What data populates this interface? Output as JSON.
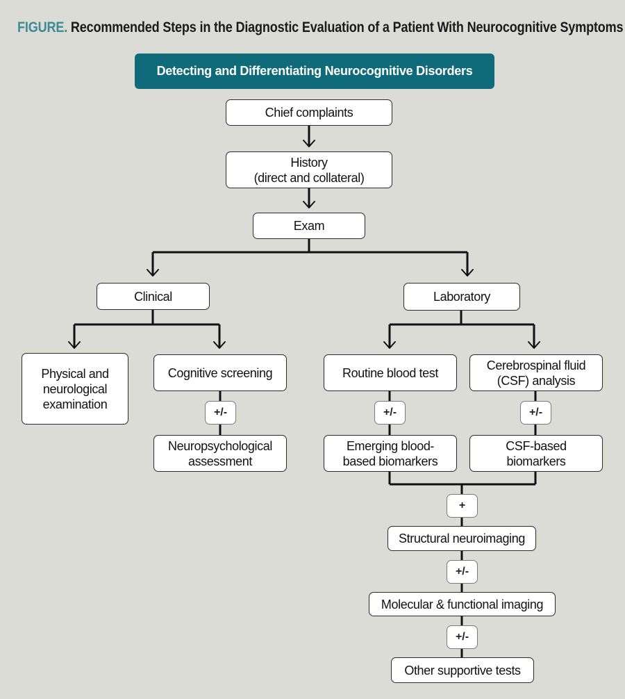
{
  "figure": {
    "label": "FIGURE.",
    "title": "Recommended Steps in the Diagnostic Evaluation of a Patient With Neurocognitive Symptoms"
  },
  "banner": "Detecting and Differentiating Neurocognitive Disorders",
  "nodes": {
    "chief_complaints": "Chief complaints",
    "history_line1": "History",
    "history_line2": "(direct and collateral)",
    "exam": "Exam",
    "clinical": "Clinical",
    "laboratory": "Laboratory",
    "physical_exam": "Physical and neurological examination",
    "cognitive_screening": "Cognitive screening",
    "neuropsych": "Neuropsychological assessment",
    "routine_blood": "Routine blood test",
    "csf_analysis": "Cerebrospinal fluid (CSF) analysis",
    "emerging_blood": "Emerging blood-based biomarkers",
    "csf_biomarkers": "CSF-based biomarkers",
    "structural": "Structural neuroimaging",
    "molecular": "Molecular & functional imaging",
    "other": "Other supportive tests"
  },
  "connectors": {
    "cog_to_neuro": "+/-",
    "blood_to_emerging": "+/-",
    "csf_to_biomarkers": "+/-",
    "lab_to_structural": "+",
    "structural_to_molecular": "+/-",
    "molecular_to_other": "+/-"
  },
  "colors": {
    "background": "#dcdcd7",
    "banner": "#0f6a7a",
    "title_label": "#3f8a93"
  }
}
